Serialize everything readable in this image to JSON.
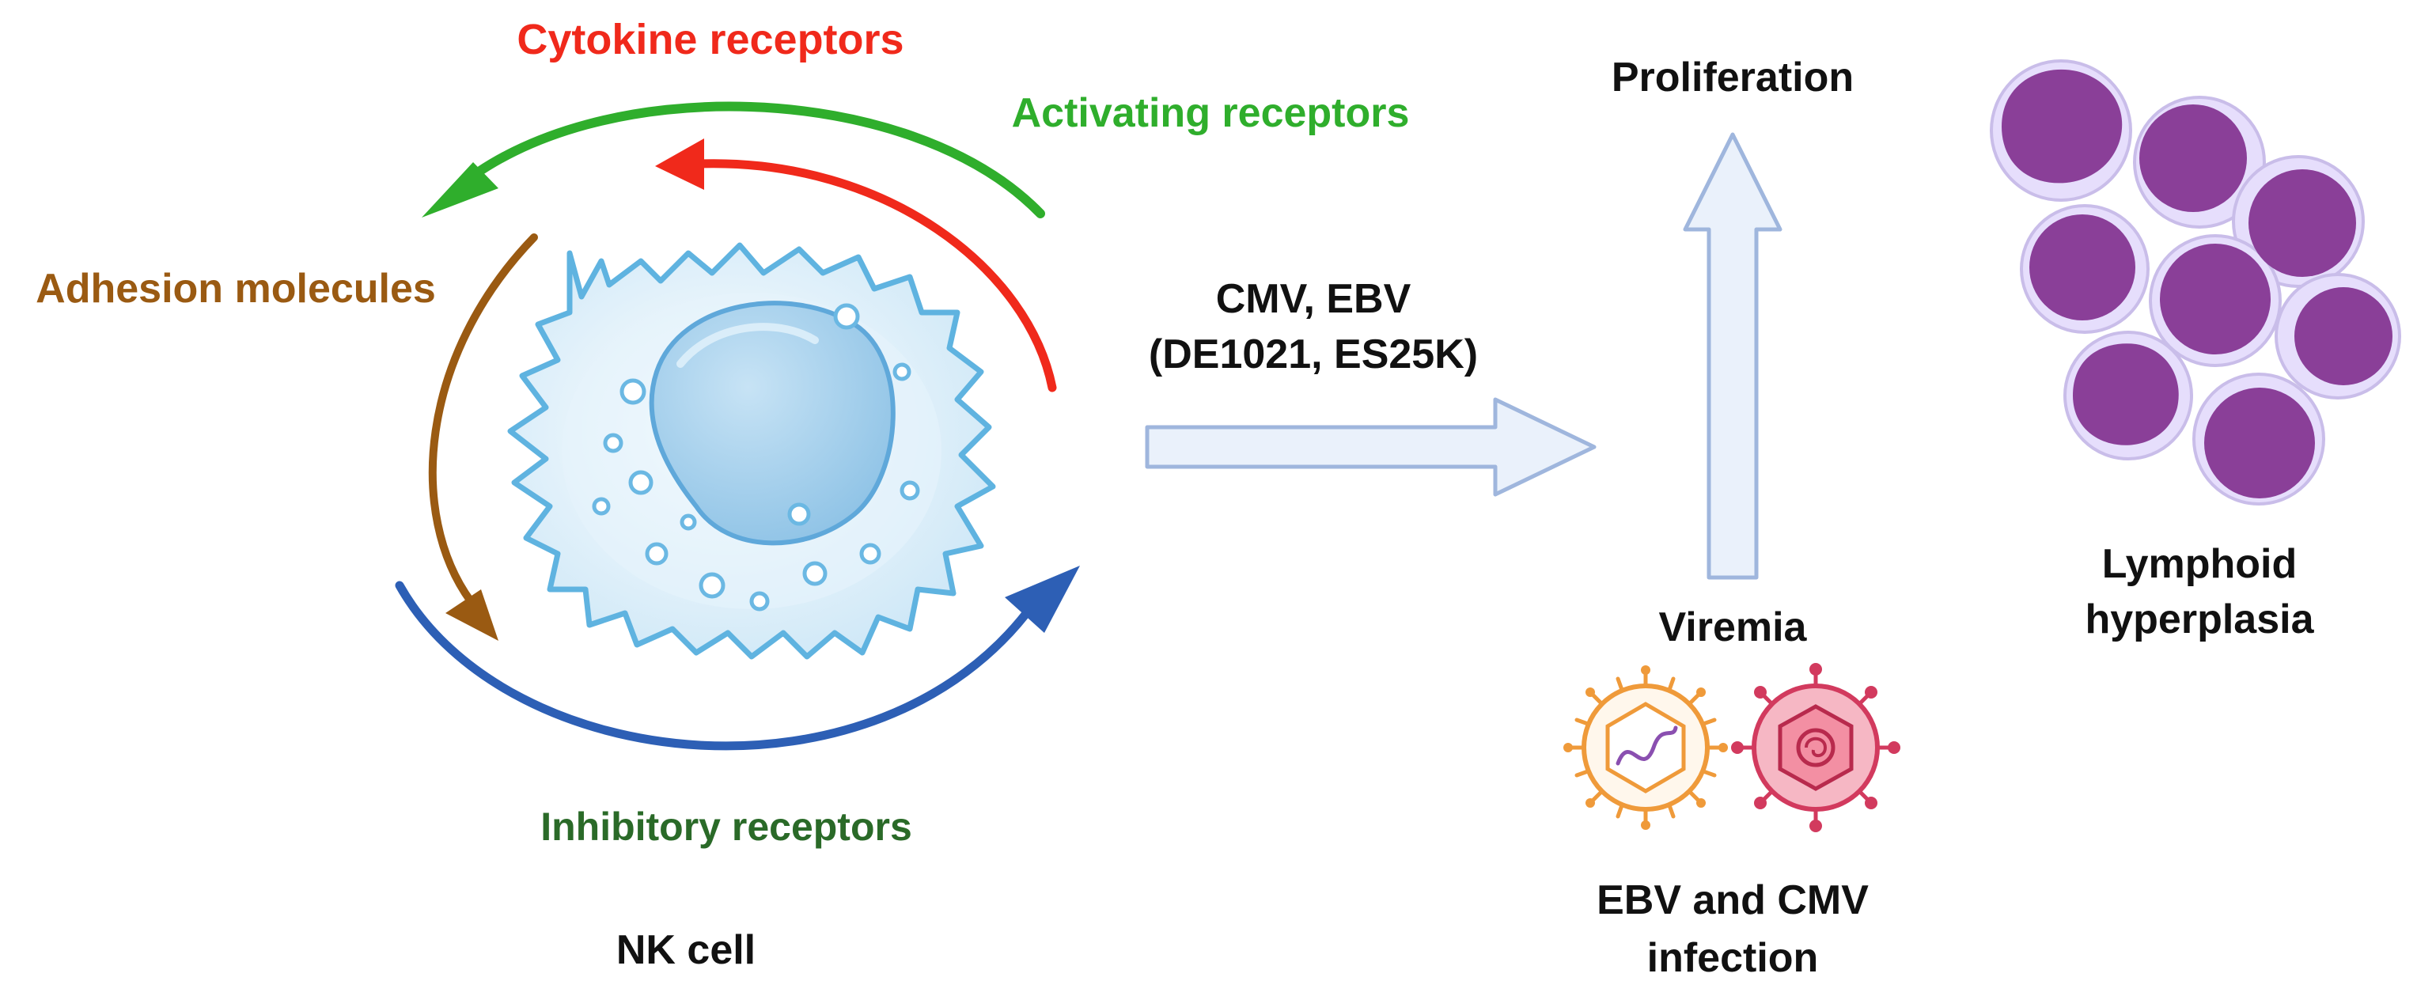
{
  "labels": {
    "cytokine": "Cytokine receptors",
    "activating": "Activating receptors",
    "adhesion": "Adhesion molecules",
    "inhibitory": "Inhibitory receptors",
    "nk_cell": "NK cell",
    "virus_line1": "CMV, EBV",
    "virus_line2": "(DE1021, ES25K)",
    "proliferation": "Proliferation",
    "viremia": "Viremia",
    "infection_line1": "EBV and CMV",
    "infection_line2": "infection",
    "lymphoid_line1": "Lymphoid",
    "lymphoid_line2": "hyperplasia"
  },
  "colors": {
    "cytokine": "#f0291b",
    "activating": "#2fae2c",
    "adhesion": "#9a5a12",
    "inhibitory": "#2a6a28",
    "inhibitory_arrow": "#2d5fb5",
    "text": "#111111",
    "block_arrow_fill": "#eaf1fb",
    "block_arrow_stroke": "#9fb6dd",
    "nk_cell_fill": "#dceffa",
    "nk_cell_stroke": "#5fb3e0",
    "nucleus_fill": "#a9d2ee",
    "lymphocyte_fill": "#8a3f98",
    "lymphocyte_halo": "#e6defc",
    "ebv_virus": "#ef9a3a",
    "cmv_virus": "#d23a5e"
  }
}
